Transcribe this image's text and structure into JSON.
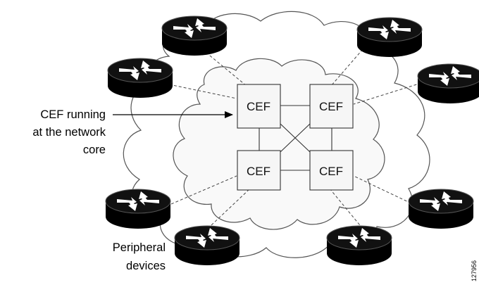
{
  "diagram": {
    "core_nodes": [
      {
        "label": "CEF"
      },
      {
        "label": "CEF"
      },
      {
        "label": "CEF"
      },
      {
        "label": "CEF"
      }
    ],
    "core_callout": {
      "line1": "CEF running",
      "line2": "at the network",
      "line3": "core"
    },
    "peripheral_label": {
      "line1": "Peripheral",
      "line2": "devices"
    },
    "figure_id": "127956",
    "icons": {
      "router": "router-icon",
      "cloud": "cloud-icon",
      "arrow": "arrow-icon"
    }
  }
}
